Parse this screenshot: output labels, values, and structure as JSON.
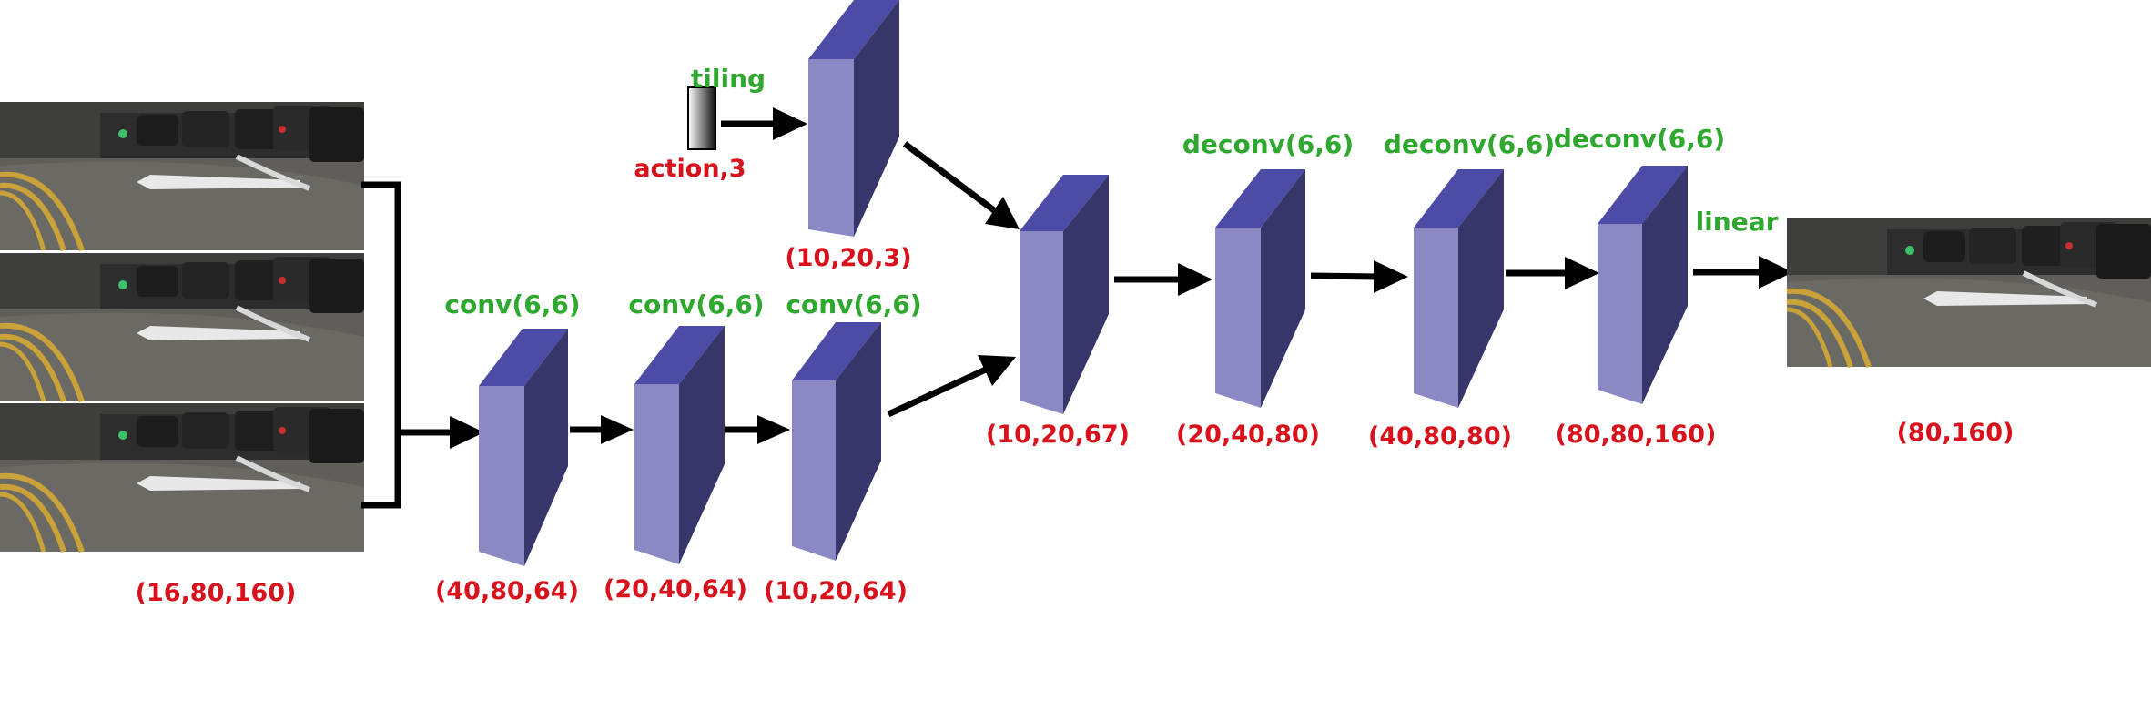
{
  "colors": {
    "block_front": "#8a89c4",
    "block_top": "#4c4ca6",
    "block_side": "#36366a",
    "shape_label": "#d8121c",
    "op_label": "#2ea82e"
  },
  "input": {
    "shape": "(16,80,160)"
  },
  "action": {
    "label": "action,3"
  },
  "tiling": {
    "op": "tiling",
    "shape": "(10,20,3)"
  },
  "encoder": [
    {
      "op": "conv(6,6)",
      "shape": "(40,80,64)"
    },
    {
      "op": "conv(6,6)",
      "shape": "(20,40,64)"
    },
    {
      "op": "conv(6,6)",
      "shape": "(10,20,64)"
    }
  ],
  "merge": {
    "shape": "(10,20,67)"
  },
  "decoder": [
    {
      "op": "deconv(6,6)",
      "shape": "(20,40,80)"
    },
    {
      "op": "deconv(6,6)",
      "shape": "(40,80,80)"
    },
    {
      "op": "deconv(6,6)",
      "shape": "(80,80,160)"
    }
  ],
  "output": {
    "op": "linear",
    "shape": "(80,160)"
  }
}
